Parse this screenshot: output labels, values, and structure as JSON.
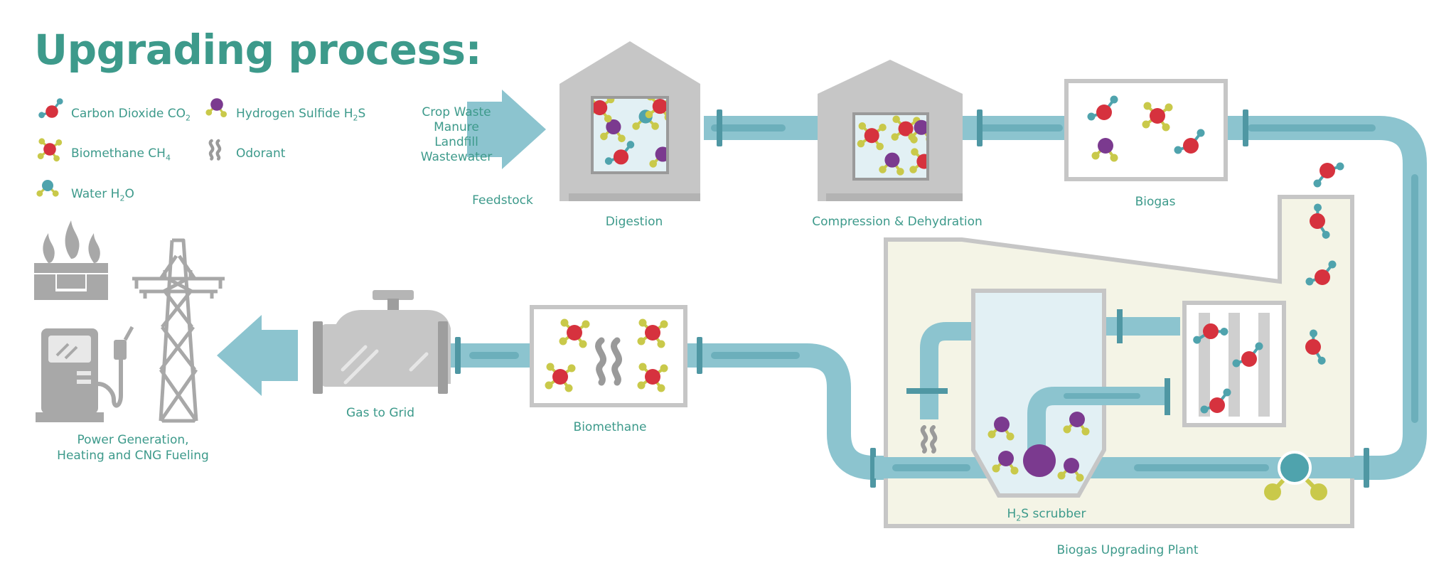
{
  "title": "Upgrading process:",
  "legend": [
    {
      "label": "Carbon Dioxide CO",
      "sub": "2",
      "icon": "co2-molecule-icon"
    },
    {
      "label": "Hydrogen Sulfide H",
      "sub": "2",
      "suffix": "S",
      "icon": "h2s-molecule-icon"
    },
    {
      "label": "Biomethane CH",
      "sub": "4",
      "icon": "ch4-molecule-icon"
    },
    {
      "label": "Odorant",
      "icon": "odorant-wave-icon"
    },
    {
      "label": "Water H",
      "sub": "2",
      "suffix": "O",
      "icon": "water-molecule-icon"
    }
  ],
  "feedstock": {
    "items": [
      "Crop Waste",
      "Manure",
      "Landfill",
      "Wastewater"
    ],
    "label": "Feedstock"
  },
  "stages": {
    "digestion": "Digestion",
    "compression": "Compression & Dehydration",
    "biogas": "Biogas",
    "upgrading_plant": "Biogas Upgrading Plant",
    "scrubber_prefix": "H",
    "scrubber_sub": "2",
    "scrubber_suffix": "S scrubber",
    "biomethane": "Biomethane",
    "gas_to_grid": "Gas to Grid",
    "end_use_line1": "Power Generation,",
    "end_use_line2": "Heating and CNG Fueling"
  },
  "colors": {
    "teal_text": "#3d9a8b",
    "pipe": "#8cc4cf",
    "pipe_dark": "#5ea6b2",
    "building": "#c6c6c6",
    "co2_red": "#d6323e",
    "h2s_purple": "#7b3a8f",
    "ch4_yellow": "#c9c94a",
    "water_blue": "#4fa3ad",
    "plant_bg": "#f4f4e6",
    "tank_bg": "#e2f0f4"
  }
}
